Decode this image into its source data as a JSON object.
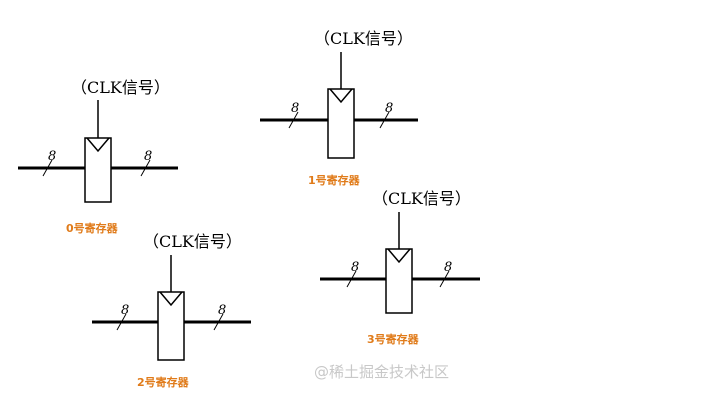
{
  "registers": [
    {
      "clk_label": "（CLK信号）",
      "in_width": "8",
      "out_width": "8",
      "name": "0号寄存器"
    },
    {
      "clk_label": "（CLK信号）",
      "in_width": "8",
      "out_width": "8",
      "name": "1号寄存器"
    },
    {
      "clk_label": "（CLK信号）",
      "in_width": "8",
      "out_width": "8",
      "name": "2号寄存器"
    },
    {
      "clk_label": "（CLK信号）",
      "in_width": "8",
      "out_width": "8",
      "name": "3号寄存器"
    }
  ],
  "watermark": "@稀土掘金技术社区",
  "colors": {
    "line": "#000000",
    "register_name": "#e07b1a",
    "watermark": "#c8c8c8"
  }
}
